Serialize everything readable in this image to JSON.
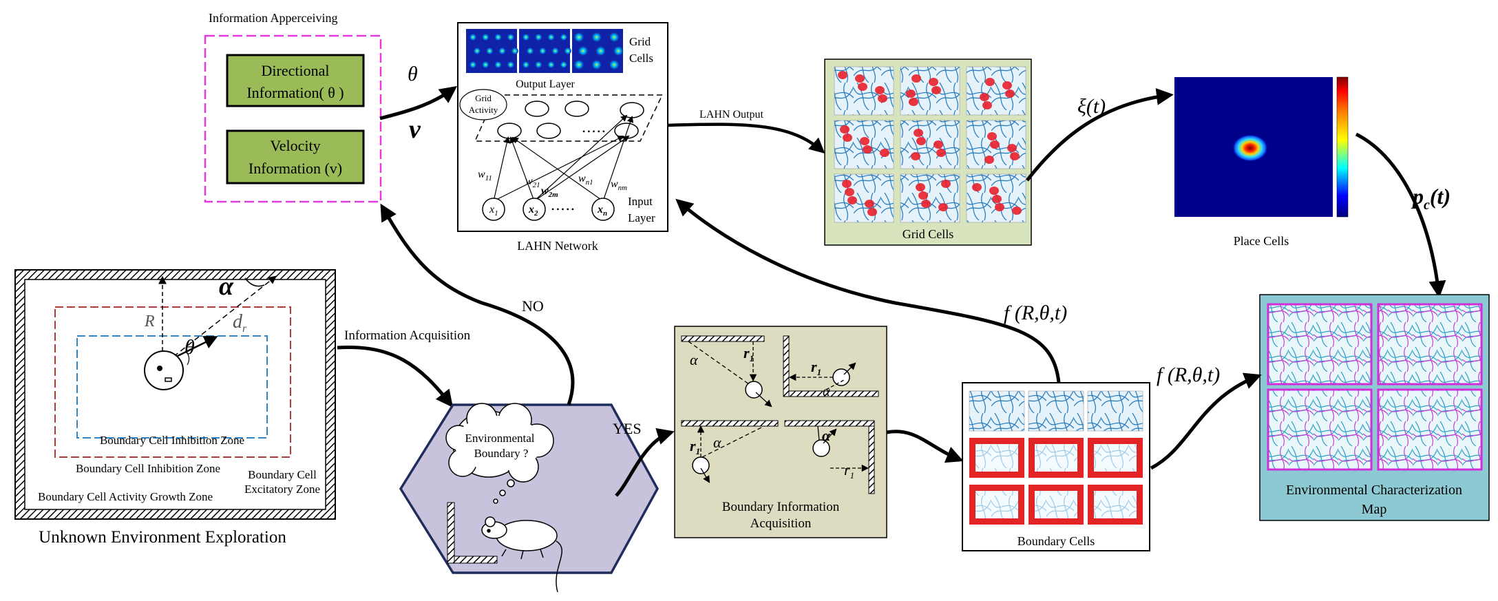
{
  "info_apperceiving": {
    "title": "Information Apperceiving",
    "directional_line1": "Directional",
    "directional_line2": "Information( θ )",
    "velocity_line1": "Velocity",
    "velocity_line2": "Information (v)"
  },
  "arrows": {
    "theta": "θ",
    "v": "v",
    "lahn_output": "LAHN Output",
    "xi": "ξ(t)",
    "pc": "p",
    "pc_sub": "c",
    "pc_tail": "(t)",
    "no": "NO",
    "yes": "YES",
    "info_acquisition": "Information Acquisition",
    "f_top": "f (R,θ,t)",
    "f_right": "f (R,θ,t)"
  },
  "lahn": {
    "grid_cells_line1": "Grid",
    "grid_cells_line2": "Cells",
    "output_layer": "Output Layer",
    "grid_activity_line1": "Grid",
    "grid_activity_line2": "Activity",
    "input_layer_line1": "Input",
    "input_layer_line2": "Layer",
    "dots": "• • • • •",
    "x1": "x",
    "x1_sub": "1",
    "x2": "x",
    "x2_sub": "2",
    "xn": "x",
    "xn_sub": "n",
    "w11": "w",
    "w11_sub": "11",
    "w21": "w",
    "w21_sub": "21",
    "wn1": "w",
    "wn1_sub": "n1",
    "w2m": "w",
    "w2m_sub": "2m",
    "wnm": "w",
    "wnm_sub": "nm",
    "caption": "LAHN Network"
  },
  "grid_cells_panel": {
    "caption": "Grid Cells"
  },
  "place_cells": {
    "caption": "Place Cells"
  },
  "env_map": {
    "caption_line1": "Environmental Characterization",
    "caption_line2": "Map"
  },
  "environment": {
    "alpha": "α",
    "R": "R",
    "d": "d",
    "d_sub": "r",
    "theta": "θ",
    "inhibition_inner": "Boundary Cell Inhibition Zone",
    "inhibition_outer": "Boundary Cell Inhibition Zone",
    "excitatory_line1": "Boundary Cell",
    "excitatory_line2": "Excitatory Zone",
    "growth": "Boundary Cell Activity Growth Zone",
    "caption": "Unknown Environment Exploration"
  },
  "decision": {
    "thought_line1": "Environmental",
    "thought_line2": "Boundary ?"
  },
  "boundary_info": {
    "alpha": "α",
    "r1": "r",
    "r1_sub": "1",
    "caption_line1": "Boundary Information",
    "caption_line2": "Acquisition"
  },
  "boundary_cells": {
    "caption": "Boundary Cells"
  },
  "colors": {
    "green_box": "#9bbb59",
    "lahn_panel_bg": "#d7e4bd",
    "boundary_info_bg": "#dddcc0",
    "hexagon": "#c8c2dc",
    "hexagon_border": "#1f2d5c",
    "env_map_bg": "#8dc9d3",
    "magenta_dash": "#e13be0",
    "red_dash": "#b43a3a",
    "blue_dash": "#2f86c6"
  }
}
